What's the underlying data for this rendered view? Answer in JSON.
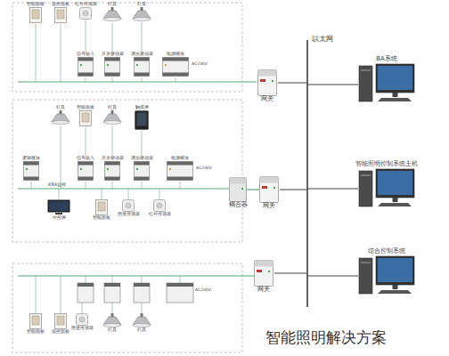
{
  "diagram": {
    "caption": "智能照明解决方案",
    "nodes": [
      {
        "text": [
          "智能面板"
        ]
      },
      {
        "text": [
          "温控面板"
        ]
      },
      {
        "text": [
          "红外传感器"
        ]
      },
      {
        "text": [
          "灯具"
        ]
      },
      {
        "text": [
          "灯具"
        ]
      },
      {
        "text": [
          "信号输入"
        ]
      },
      {
        "text": [
          "开关驱动器"
        ]
      },
      {
        "text": [
          "调光驱动器"
        ]
      },
      {
        "text": [
          "电源模块"
        ]
      },
      {
        "text": [
          "网关"
        ]
      },
      {
        "text": [
          "灯具"
        ]
      },
      {
        "text": [
          "智能面板"
        ]
      },
      {
        "text": [
          "灯具"
        ]
      },
      {
        "text": [
          "触摸屏"
        ]
      },
      {
        "text": [
          "逻辑模块"
        ]
      },
      {
        "text": [
          "信号输入"
        ]
      },
      {
        "text": [
          "开关驱动器"
        ]
      },
      {
        "text": [
          "调光驱动器"
        ]
      },
      {
        "text": [
          "电源模块"
        ]
      },
      {
        "text": [
          "中控屏"
        ]
      },
      {
        "text": [
          "智能面板"
        ]
      },
      {
        "text": [
          "照度传感器"
        ]
      },
      {
        "text": [
          "红外传感器"
        ]
      },
      {
        "text": [
          "耦合器"
        ]
      },
      {
        "text": [
          "网关"
        ]
      },
      {
        "text": [
          "网关"
        ]
      },
      {
        "text": [
          "智能面板"
        ]
      },
      {
        "text": [
          "温控面板"
        ]
      },
      {
        "text": [
          "照度传感器"
        ]
      },
      {
        "text": [
          "灯具"
        ]
      },
      {
        "text": [
          "灯具"
        ]
      },
      {
        "text": [
          "BA系统"
        ]
      },
      {
        "text": [
          "智能照明控制系统主机"
        ]
      },
      {
        "text": [
          "综合控制系统"
        ]
      }
    ],
    "edges": [
      {
        "from": 23,
        "to": 24,
        "arrow": "none"
      }
    ],
    "labels": [
      "以太网",
      "KNX总线",
      "AC230V",
      "AC230V",
      "AC230V"
    ]
  }
}
